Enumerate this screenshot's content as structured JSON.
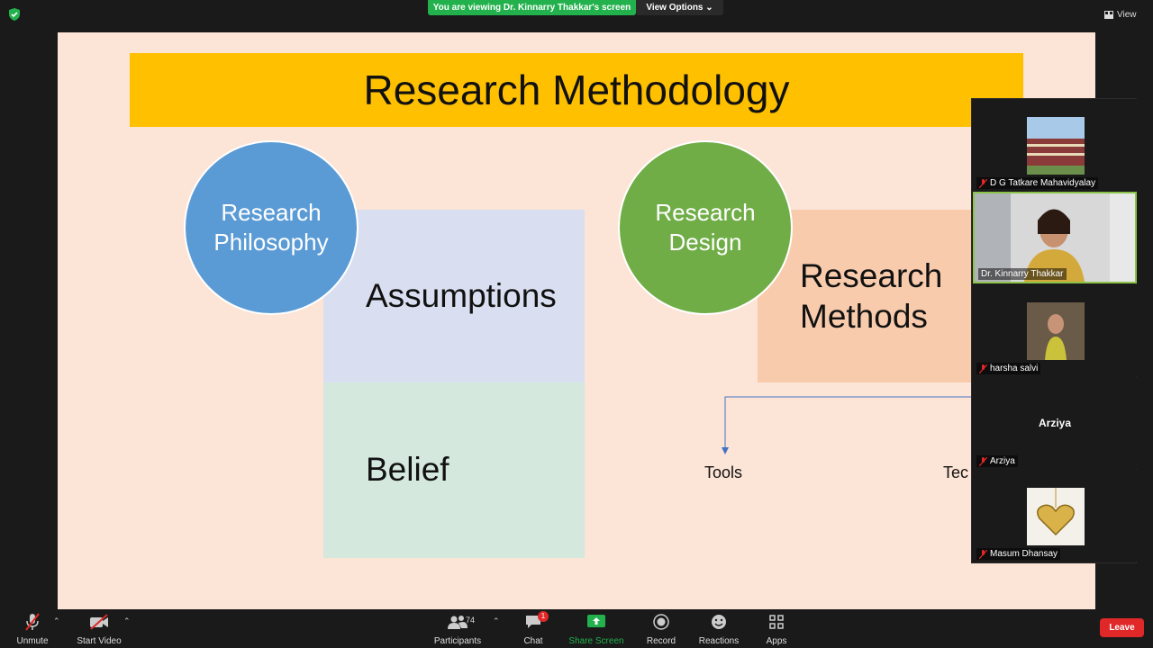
{
  "top": {
    "viewing_banner": "You are viewing Dr. Kinnarry Thakkar's screen",
    "view_options": "View Options",
    "view_label": "View"
  },
  "slide": {
    "title": "Research Methodology",
    "circle_left": [
      "Research",
      "Philosophy"
    ],
    "circle_right": [
      "Research",
      "Design"
    ],
    "assumptions": "Assumptions",
    "belief": "Belief",
    "methods": [
      "Research",
      "Methods"
    ],
    "tools": "Tools",
    "techniques_partial": "Tec"
  },
  "participants": [
    {
      "name": "D G Tatkare Mahavidyalay",
      "muted": true
    },
    {
      "name": "Dr. Kinnarry Thakkar",
      "muted": false
    },
    {
      "name": "harsha salvi",
      "muted": true
    },
    {
      "name": "Arziya",
      "muted": true,
      "display_name": "Arziya"
    },
    {
      "name": "Masum Dhansay",
      "muted": true
    }
  ],
  "toolbar": {
    "unmute": "Unmute",
    "start_video": "Start Video",
    "participants": "Participants",
    "participants_count": "74",
    "chat": "Chat",
    "chat_badge": "1",
    "share_screen": "Share Screen",
    "record": "Record",
    "reactions": "Reactions",
    "apps": "Apps",
    "leave": "Leave"
  },
  "colors": {
    "title_bar": "#ffc000",
    "philosophy_circle": "#5b9bd5",
    "design_circle": "#70ad47",
    "share_green": "#22b14c",
    "leave_red": "#e02828"
  }
}
